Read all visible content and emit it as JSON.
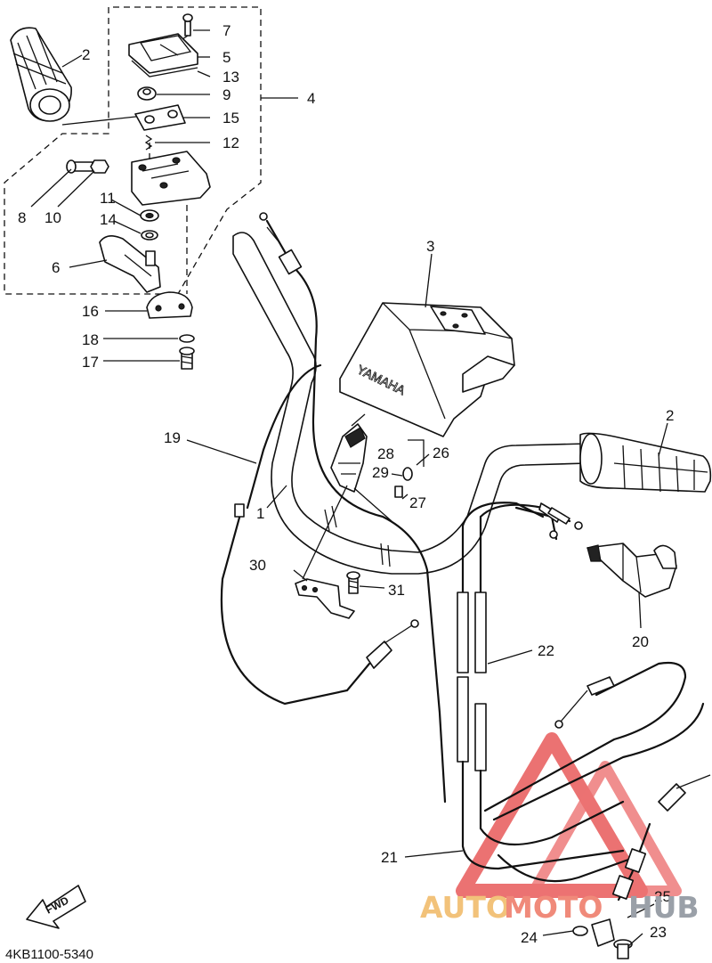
{
  "diagram": {
    "code": "4KB1100-5340",
    "fwd_label": "FWD",
    "brand": "YAMAHA",
    "watermark": {
      "part1": "AUTO",
      "part2": "MOTO",
      "part3": "HUB",
      "colors": {
        "auto": "#f2c27a",
        "moto": "#f08a7a",
        "hub": "#9aa0a8",
        "logo": "#e85a5a"
      }
    },
    "callouts": {
      "c1": "1",
      "c2a": "2",
      "c2b": "2",
      "c3": "3",
      "c4": "4",
      "c5": "5",
      "c6": "6",
      "c7": "7",
      "c8": "8",
      "c9": "9",
      "c10": "10",
      "c11": "11",
      "c12": "12",
      "c13": "13",
      "c14": "14",
      "c15": "15",
      "c16": "16",
      "c17": "17",
      "c18": "18",
      "c19": "19",
      "c20": "20",
      "c21": "21",
      "c22": "22",
      "c23": "23",
      "c24": "24",
      "c25": "25",
      "c26": "26",
      "c27": "27",
      "c28": "28",
      "c29": "29",
      "c30": "30",
      "c31": "31"
    }
  }
}
